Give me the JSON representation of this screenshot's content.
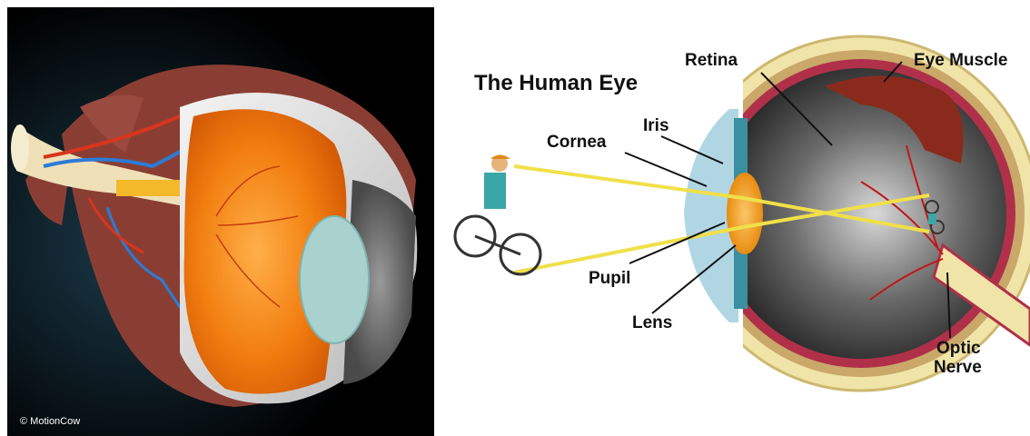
{
  "left_panel": {
    "credit": "© MotionCow",
    "colors": {
      "background": "#000000",
      "retina": "#f07a12",
      "sclera": "#e8e8e8",
      "muscle": "#9a4a3e",
      "nerve": "#efe0b8",
      "artery": "#d8351e",
      "vein": "#2d7bd6",
      "lens": "#a9d2cf"
    }
  },
  "right_panel": {
    "title": "The Human Eye",
    "labels": {
      "retina": "Retina",
      "eye_muscle": "Eye Muscle",
      "iris": "Iris",
      "cornea": "Cornea",
      "pupil": "Pupil",
      "lens": "Lens",
      "optic_nerve_line1": "Optic",
      "optic_nerve_line2": "Nerve"
    },
    "colors": {
      "light_rays": "#f0e04a",
      "sclera": "#f1e4a8",
      "choroid": "#b0304a",
      "vessels": "#c01818",
      "interior": "#222222",
      "lens": "#f5a623",
      "cornea": "#8ec5d8"
    }
  }
}
